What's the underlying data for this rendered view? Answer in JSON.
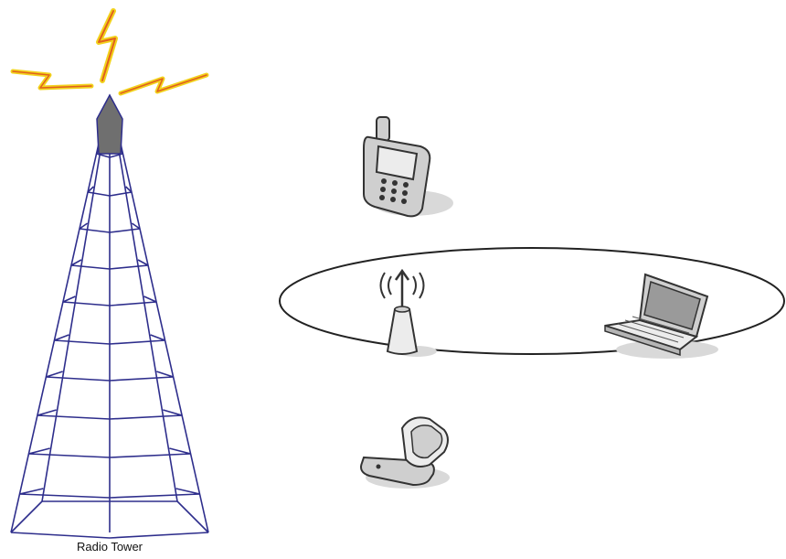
{
  "diagram": {
    "tower_label": "Radio Tower",
    "colors": {
      "tower_lattice": "#2e2e8c",
      "tower_cap": "#6f6f6f",
      "signal_bolt_outer": "#f2d21c",
      "signal_bolt_inner": "#e0601e",
      "coverage_outline": "#222222",
      "device_body": "#cfcfcf",
      "device_outline": "#333333",
      "shadow": "#d9d9d9"
    },
    "nodes": [
      {
        "id": "radio-tower",
        "icon": "radio-tower-icon"
      },
      {
        "id": "mobile-phone",
        "icon": "mobile-phone-icon"
      },
      {
        "id": "access-point",
        "icon": "wireless-access-point-icon"
      },
      {
        "id": "laptop",
        "icon": "laptop-icon"
      },
      {
        "id": "flip-phone",
        "icon": "flip-phone-icon"
      }
    ]
  }
}
